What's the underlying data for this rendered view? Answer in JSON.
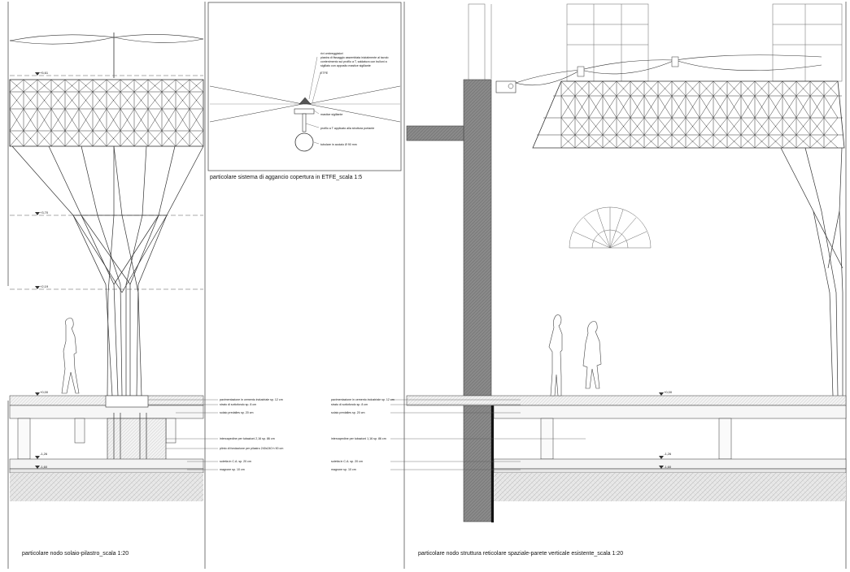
{
  "captions": {
    "left": "particolare nodo solaio-pilastro_scala 1:20",
    "top_middle": "particolare sistema di aggancio copertura in ETFE_scala 1:5",
    "right": "particolare nodo struttura reticolare spaziale-parete verticale esistente_scala 1:20"
  },
  "levels": {
    "roof": "+5,61",
    "upper": "+3,70",
    "mid": "+2,19",
    "floor": "+0,00",
    "basement": "-1,26",
    "bottom": "-1,60"
  },
  "etfe_labels": [
    "rivi ombreggiatori",
    "piastra di fissaggio assemblata inizialmente al tavolo",
    "contenimento sul profilo a T, saldatura con bulloni a",
    "sigillato con apposito mastice sigillante",
    "ETFE",
    "mastice sigillante",
    "profilo a T applicato alla struttura portante",
    "tubolare in acciaio Ø 90 mm"
  ],
  "left_layers": [
    "pavimentazione in cemento industriale sp. 12 cm",
    "strato di sottofondo sp. 8 cm",
    "solaio predalles sp. 20 cm",
    "intercapedine per tubazioni 2,16 sp. 86 cm",
    "plinto di fondazione per pilastro 240x240 h 90 cm",
    "soletta in C.A. sp. 20 cm",
    "magrone sp. 10 cm"
  ],
  "right_layers": [
    "pavimentazione in cemento industriale sp. 12 cm",
    "strato di sottofondo sp. 8 cm",
    "solaio predalles sp. 20 cm",
    "intercapedine per tubazioni 1,16 sp. 86 cm",
    "soletta in C.A. sp. 20 cm",
    "magrone sp. 10 cm"
  ],
  "colors": {
    "line": "#2a2a2a",
    "wall": "#8a8a8a",
    "ground": "#d8d8d8",
    "frame": "#555555"
  }
}
